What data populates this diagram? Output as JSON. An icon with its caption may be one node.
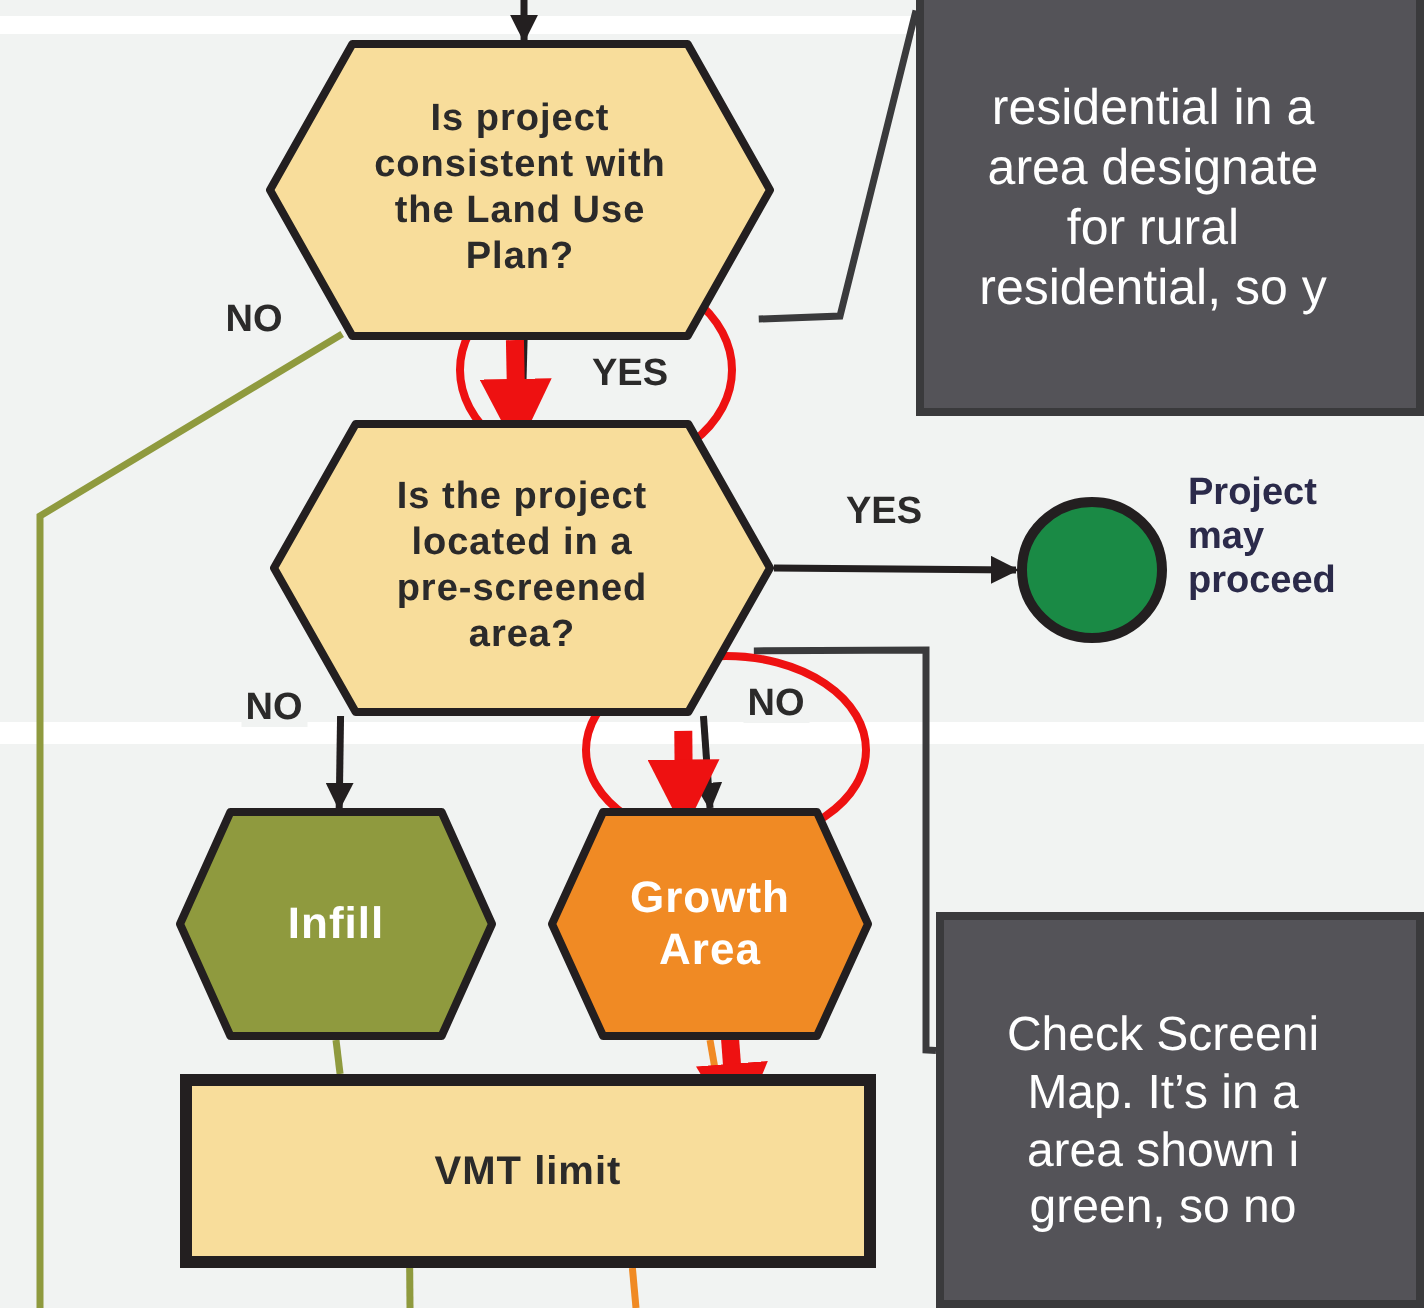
{
  "diagram": {
    "nodes": [
      {
        "text": [
          "Is project consistent with the Land Use Plan?"
        ]
      },
      {
        "text": [
          "Is the project located in a pre-screened area?"
        ]
      },
      {
        "text": [],
        "shape": "circle",
        "beside": [
          "Project may proceed"
        ]
      },
      {
        "text": [
          "Infill"
        ]
      },
      {
        "text": [
          "Growth Area"
        ]
      },
      {
        "text": [
          "VMT limit"
        ]
      },
      {
        "text": [
          "residential in a area designate for rural residential, so y"
        ]
      },
      {
        "text": [
          "Check Screeni Map.  It’s in a area shown i green, so no"
        ]
      }
    ],
    "edges": [
      {
        "from": null,
        "to": 0,
        "arrow": "to"
      },
      {
        "from": 0,
        "to": 1,
        "arrow": "to",
        "label": "YES"
      },
      {
        "from": 0,
        "to": null,
        "arrow": "none",
        "label": "NO",
        "color": "#8f9a3e"
      },
      {
        "from": 1,
        "to": 2,
        "arrow": "to",
        "label": "YES"
      },
      {
        "from": 1,
        "to": 3,
        "arrow": "to",
        "label": "NO"
      },
      {
        "from": 1,
        "to": 4,
        "arrow": "to",
        "label": "NO"
      },
      {
        "from": 3,
        "to": 5,
        "arrow": "none",
        "color": "#8f9a3e"
      },
      {
        "from": 4,
        "to": 5,
        "arrow": "none",
        "color": "#f08a24"
      },
      {
        "from": 5,
        "to": null,
        "arrow": "none",
        "color": "#8f9a3e"
      },
      {
        "from": 5,
        "to": null,
        "arrow": "none",
        "color": "#f08a24"
      },
      {
        "from": 6,
        "to": 0,
        "arrow": "none",
        "color": "#3a3a3c"
      },
      {
        "from": 7,
        "to": 1,
        "arrow": "none",
        "color": "#3a3a3c"
      },
      {
        "from": 0,
        "to": 1,
        "arrow": "to",
        "style": "thick",
        "color": "#ee1111"
      },
      {
        "from": 1,
        "to": 4,
        "arrow": "to",
        "style": "thick",
        "color": "#ee1111"
      },
      {
        "from": 4,
        "to": 5,
        "arrow": "to",
        "style": "thick",
        "color": "#ee1111"
      }
    ]
  }
}
